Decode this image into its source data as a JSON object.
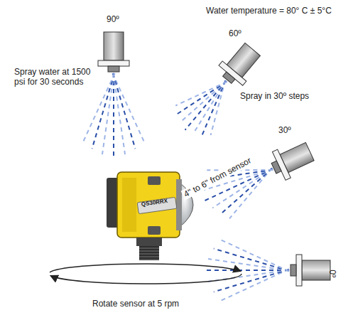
{
  "diagram": {
    "labels": [
      "Water temperature = 80° C ± 5°C",
      "90º",
      "Spray water at 1500 psi for 30 seconds",
      "60º",
      "Spray in 30º steps",
      "30º",
      "4\" to 6\" from sensor",
      "0º",
      "Rotate sensor at 5 rpm",
      "QS30RRX"
    ]
  }
}
